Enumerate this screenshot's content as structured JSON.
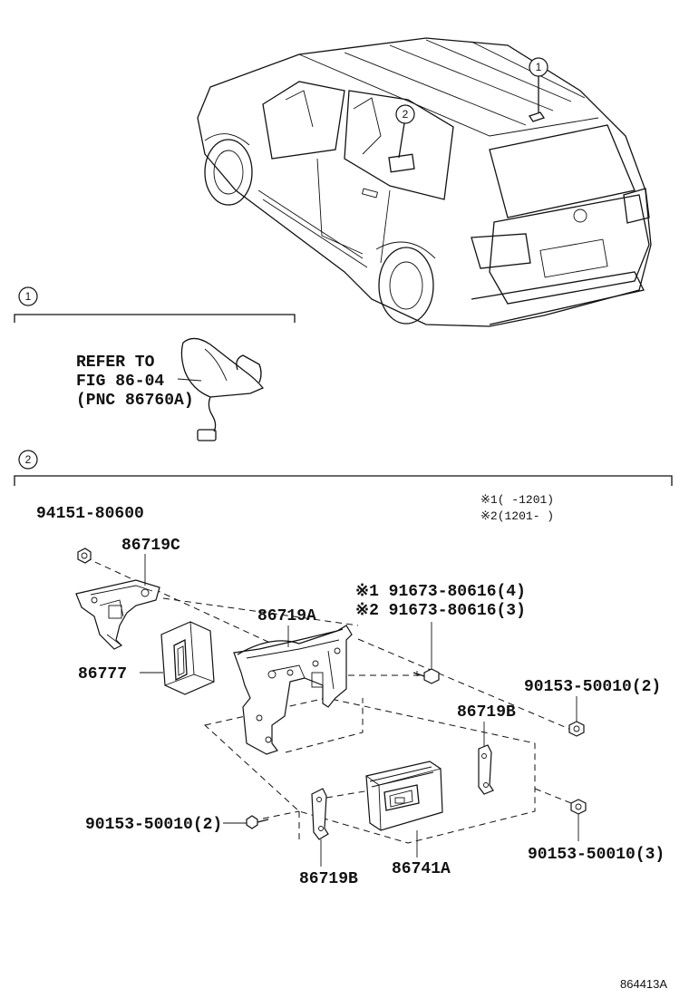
{
  "section_badges": {
    "one": "1",
    "two": "2"
  },
  "vehicle_callouts": {
    "one": "1",
    "two": "2"
  },
  "reference": {
    "line1": "REFER TO",
    "line2": "FIG 86-04",
    "line3": "(PNC 86760A)"
  },
  "notes": {
    "note1": "※1(    -1201)",
    "note2": "※2(1201-    )"
  },
  "parts": {
    "nut": "94151-80600",
    "bracket_c": "86719C",
    "module_small": "86777",
    "bracket_a": "86719A",
    "bolt_note1": "※1 91673-80616(4)",
    "bolt_note2": "※2 91673-80616(3)",
    "screw_right_top": "90153-50010(2)",
    "bracket_b_right": "86719B",
    "screw_left": "90153-50010(2)",
    "screw_right_bottom": "90153-50010(3)",
    "bracket_b_left": "86719B",
    "receiver": "86741A"
  },
  "figure_code": "864413A"
}
